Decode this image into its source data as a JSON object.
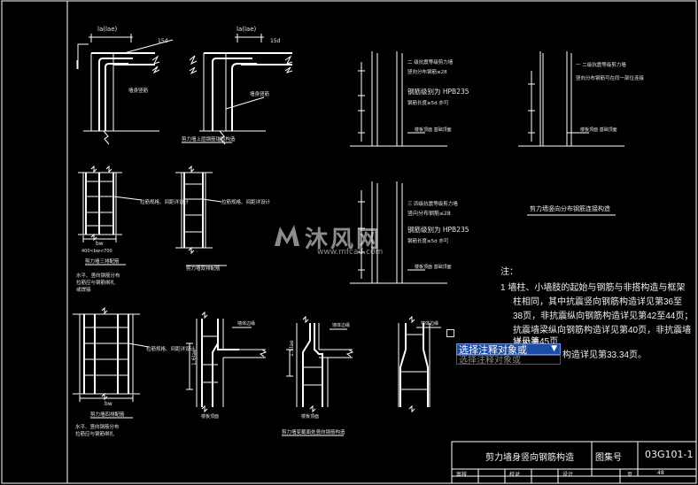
{
  "drawing": {
    "title_block": {
      "drawing_title": "剪力墙身竖向钢筋构造",
      "atlas_label": "图集号",
      "atlas_number": "03G101-1",
      "page_label": "页",
      "page_number": "48",
      "row_labels": [
        "审核",
        "校对",
        "设计"
      ]
    },
    "dims": {
      "lae": "la(lae)",
      "lae_b": "la(lae)",
      "d15": "15d",
      "d15b": "15d",
      "bw": "bw",
      "bw2": "bw",
      "range": "400<bw<700",
      "lle1": "1.6lae",
      "lle2": "1.5lae"
    },
    "labels": {
      "note_fig3_l1": "二 级抗震等级剪力墙",
      "note_fig3_l2": "竖向分布钢筋≤28",
      "note_fig3_l3": "钢筋级别为 HPB235",
      "note_fig3_l4": "钢筋长度≥5d 亦可",
      "note_fig6_l1": "三 四级抗震等级剪力墙",
      "note_fig6_l2": "竖向分布钢筋≤28",
      "note_fig6_l3": "钢筋级别为 HPB235",
      "note_fig6_l4": "钢筋长度≥5d 亦可",
      "fig3_sub": "楼板顶面 基础顶面",
      "fig4_sub": "楼板顶面 基础顶面",
      "fig6_sub": "楼板顶面 基础顶面",
      "fig4_note_l1": "一 二级抗震等级剪力墙",
      "fig4_note_l2": "竖向分布钢筋可在同一部位连接",
      "caption_a": "剪力墙上层钢筋锚固构造",
      "caption_b": "剪力墙三排配筋",
      "caption_c": "剪力墙双排配筋",
      "caption_d": "剪力墙四排配筋",
      "caption_e": "剪力墙变截面处竖向钢筋构造",
      "caption_right": "剪力墙竖向分布钢筋连接构造",
      "spacing_1": "拉筋规格、间距详设计",
      "spacing_2": "拉筋规格、间距详设计",
      "spacing_3": "拉筋规格、间距详设计",
      "wall_note_1": "墙身竖筋",
      "wall_note_2": "墙身竖筋",
      "legend_left_l1": "水平、竖向钢筋分布",
      "legend_left_l2": "拉筋应与钢筋绑扎",
      "legend_left_l3": "或焊接",
      "legend_left2_l1": "水平、竖向钢筋分布",
      "legend_left2_l2": "拉筋应与钢筋绑扎",
      "cut_1": "墙体边缘",
      "cut_2": "墙体边缘",
      "cut_3": "墙体边缘",
      "vsup_1": "楼板顶面",
      "vsup_2": "楼板顶面"
    },
    "notes": {
      "heading": "注：",
      "item1_l1": "1    墙柱、小墙肢的起始与钢筋与非搭构造与框架",
      "item1_l2": "柱相同，其中抗震竖向钢筋构造详见第36至",
      "item1_l3": "38页，非抗震纵向钢筋构造详见第42至44页；",
      "item1_l4": "抗震墙梁纵向钢筋构造详见第40页，非抗震墙梁构造",
      "item1_l5": "详见第45页",
      "item2": "构造详见第33.34页。"
    },
    "overlay": {
      "selected_option": "选择注释对象或",
      "input_text": "选择注释对象或"
    },
    "watermark": {
      "text": "沐风网",
      "url": "www.mfcad.com"
    }
  }
}
